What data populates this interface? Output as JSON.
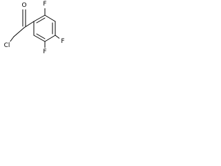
{
  "molecule": {
    "atoms": {
      "chlorine": "Cl",
      "oxygen": "O",
      "fluorine_ortho": "F",
      "fluorine_para": "F",
      "fluorine_meta": "F"
    },
    "colors": {
      "bond": "#000000",
      "label": "#000000",
      "background": "#ffffff"
    }
  }
}
